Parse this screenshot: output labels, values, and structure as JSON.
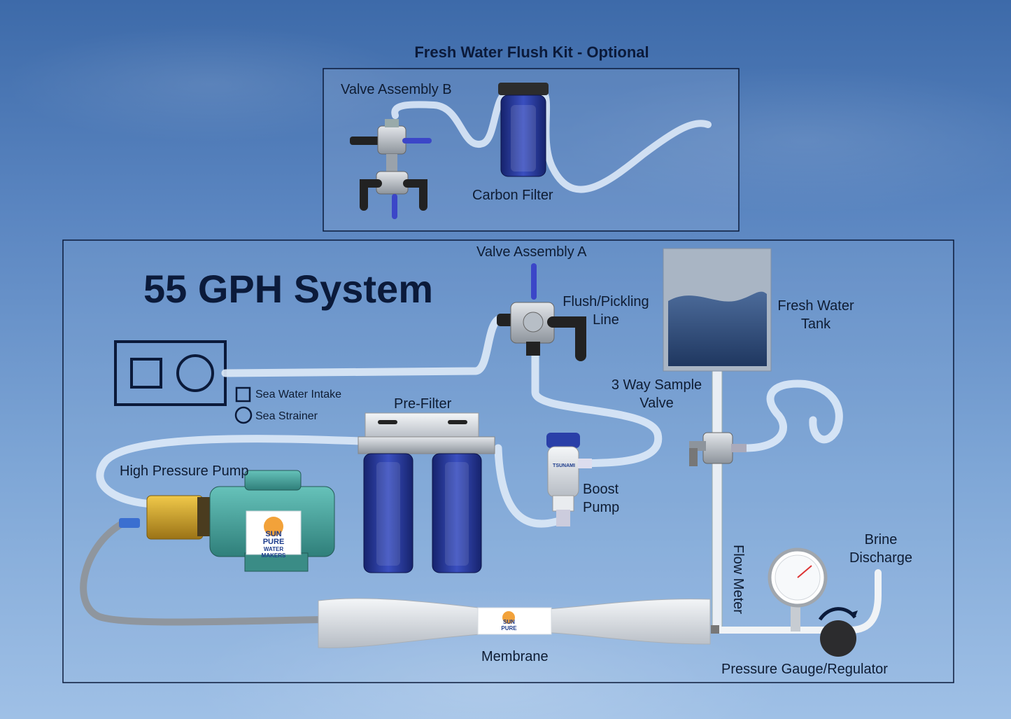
{
  "kit": {
    "title": "Fresh Water Flush Kit - Optional",
    "valve_b": "Valve Assembly B",
    "carbon_filter": "Carbon Filter"
  },
  "system": {
    "title": "55 GPH System",
    "valve_a": "Valve Assembly A",
    "flush_line_1": "Flush/Pickling",
    "flush_line_2": "Line",
    "tank_1": "Fresh Water",
    "tank_2": "Tank",
    "sample_1": "3 Way Sample",
    "sample_2": "Valve",
    "prefilter": "Pre-Filter",
    "hp_pump": "High Pressure Pump",
    "boost_1": "Boost",
    "boost_2": "Pump",
    "flow_meter": "Flow Meter",
    "brine_1": "Brine",
    "brine_2": "Discharge",
    "membrane": "Membrane",
    "gauge": "Pressure Gauge/Regulator",
    "legend_intake": "Sea Water Intake",
    "legend_strainer": "Sea Strainer",
    "brand_1": "SUN",
    "brand_2": "PURE",
    "brand_3": "WATER",
    "brand_4": "MAKERS",
    "boost_brand": "TSUNAMI"
  },
  "colors": {
    "border": "#0b1a3a",
    "filter_blue": "#1f2f8a",
    "pump_teal": "#4aa6a0",
    "tube": "#dbe8f7"
  },
  "icons": [
    "sea-water-intake-square-icon",
    "sea-strainer-circle-icon"
  ]
}
